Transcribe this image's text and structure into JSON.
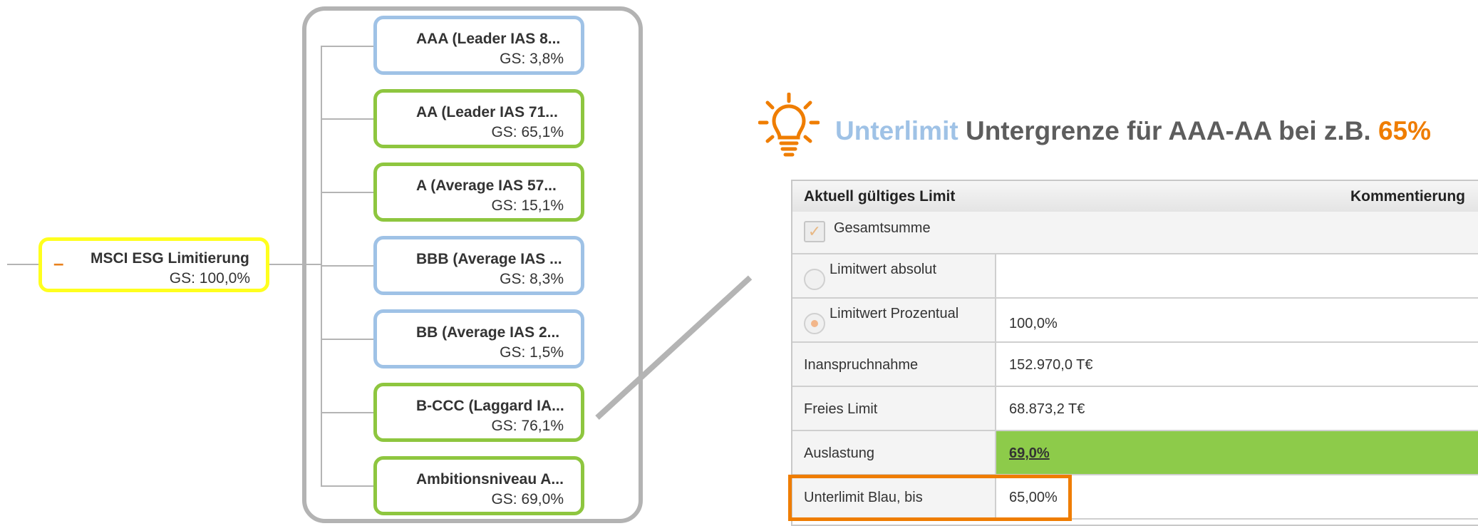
{
  "tree": {
    "root": {
      "title": "MSCI ESG Limitierung",
      "gs": "GS: 100,0%",
      "collapse_glyph": "–",
      "border_color": "#ffff1e"
    },
    "children": [
      {
        "title": "AAA (Leader IAS 8...",
        "gs": "GS: 3,8%",
        "color": "blue"
      },
      {
        "title": "AA (Leader IAS 71...",
        "gs": "GS: 65,1%",
        "color": "green"
      },
      {
        "title": "A (Average IAS 57...",
        "gs": "GS: 15,1%",
        "color": "green"
      },
      {
        "title": "BBB (Average IAS ...",
        "gs": "GS: 8,3%",
        "color": "blue"
      },
      {
        "title": "BB (Average IAS 2...",
        "gs": "GS: 1,5%",
        "color": "blue"
      },
      {
        "title": "B-CCC (Laggard IA...",
        "gs": "GS: 76,1%",
        "color": "green"
      },
      {
        "title": "Ambitionsniveau A...",
        "gs": "GS: 69,0%",
        "color": "green"
      }
    ],
    "colors": {
      "blue": "#9fc2e6",
      "green": "#8ec63f",
      "frame": "#b3b3b3"
    }
  },
  "heading": {
    "icon": "lightbulb-icon",
    "accent": "Unterlimit",
    "main": "Untergrenze für AAA-AA bei z.B.",
    "percent": "65%",
    "accent_color": "#9fc2e6",
    "percent_color": "#ef7d00"
  },
  "table": {
    "header_left": "Aktuell gültiges Limit",
    "header_right": "Kommentierung",
    "gesamtsumme": {
      "label": "Gesamtsumme",
      "checked": true
    },
    "limitwert_absolut": {
      "label": "Limitwert absolut",
      "value": "",
      "selected": false
    },
    "limitwert_prozentual": {
      "label": "Limitwert Prozentual",
      "value": "100,0%",
      "selected": true
    },
    "inanspruchnahme": {
      "label": "Inanspruchnahme",
      "value": "152.970,0 T€"
    },
    "freies_limit": {
      "label": "Freies Limit",
      "value": "68.873,2 T€"
    },
    "auslastung": {
      "label": "Auslastung",
      "value": "69,0%",
      "bar_color": "#8dcb4a"
    },
    "unterlimit": {
      "label": "Unterlimit Blau, bis",
      "value": "65,00%",
      "highlight_color": "#ef7d00"
    }
  }
}
